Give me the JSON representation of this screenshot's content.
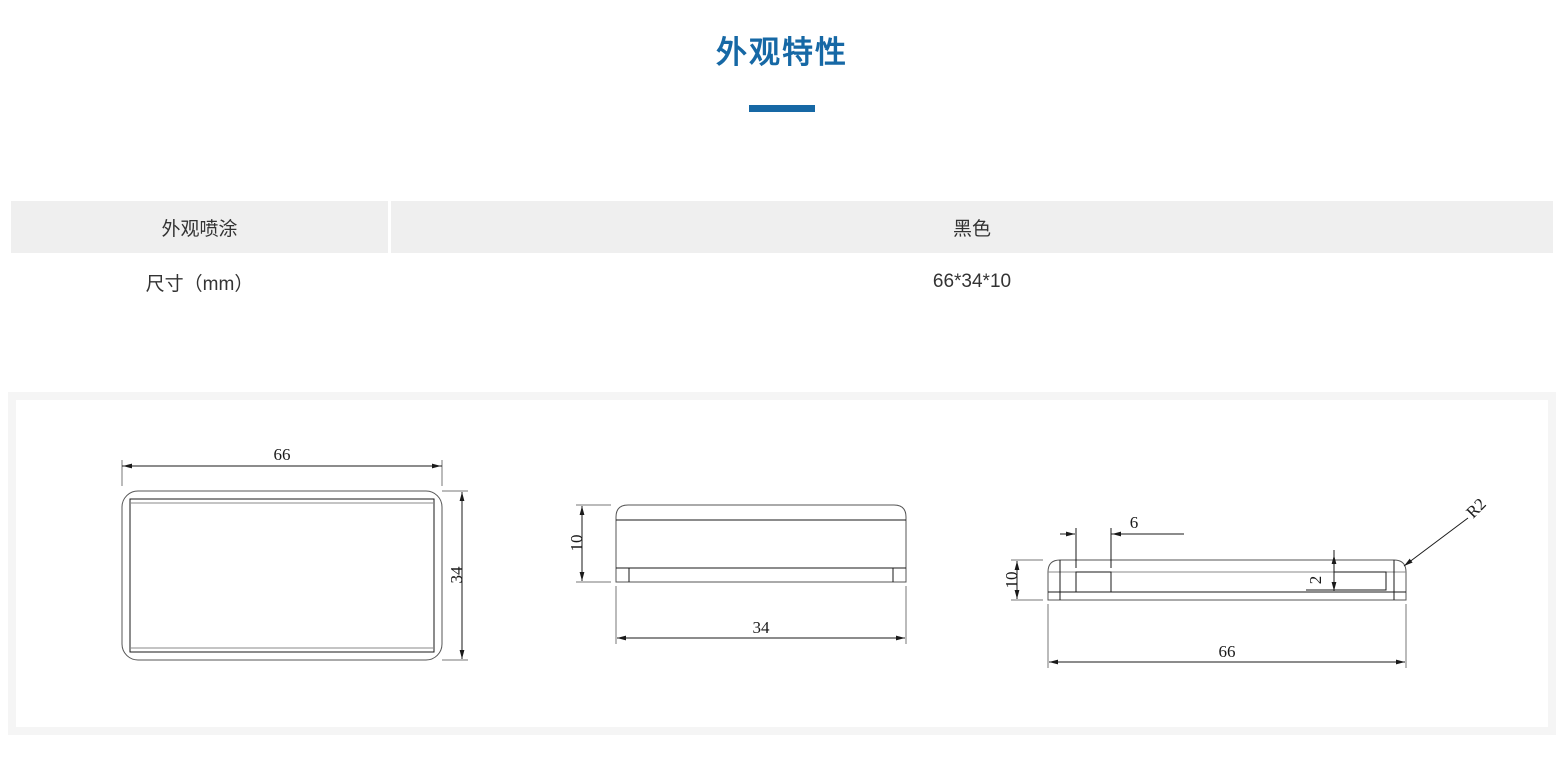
{
  "header": {
    "title": "外观特性",
    "accent_color": "#1668a5"
  },
  "spec_table": {
    "rows": [
      {
        "label": "外观喷涂",
        "value": "黑色"
      },
      {
        "label": "尺寸（mm）",
        "value": "66*34*10"
      }
    ]
  },
  "drawings": {
    "top_view": {
      "name": "top-view",
      "dim_width": "66",
      "dim_height": "34"
    },
    "side_view": {
      "name": "side-view",
      "dim_height": "10",
      "dim_width": "34"
    },
    "front_view": {
      "name": "front-view",
      "dim_height": "10",
      "dim_slot": "6",
      "dim_notch": "2",
      "dim_width": "66",
      "radius_note": "R2"
    }
  }
}
